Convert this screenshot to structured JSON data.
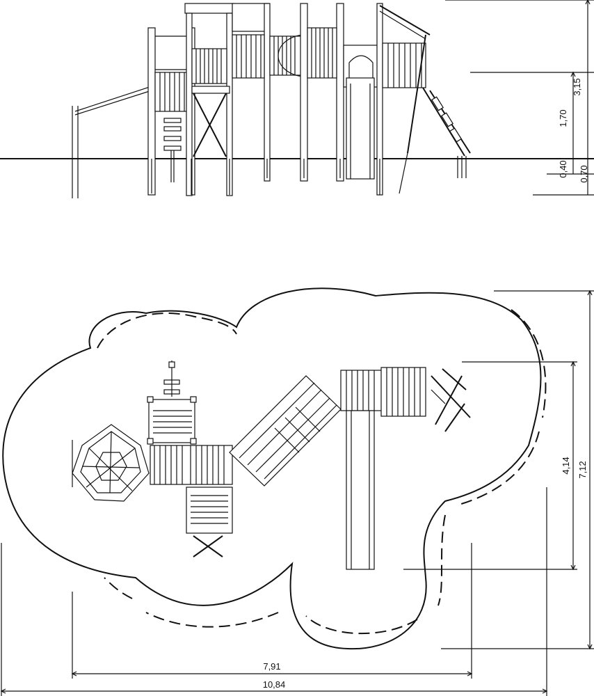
{
  "elevation_dimensions": {
    "total_height": "3,15",
    "platform_height": "1,70",
    "depth_upper": "0,40",
    "depth_lower": "0,70"
  },
  "plan_dimensions": {
    "depth_inner": "4,14",
    "depth_outer": "7,12",
    "width_inner": "7,91",
    "width_outer": "10,84"
  }
}
